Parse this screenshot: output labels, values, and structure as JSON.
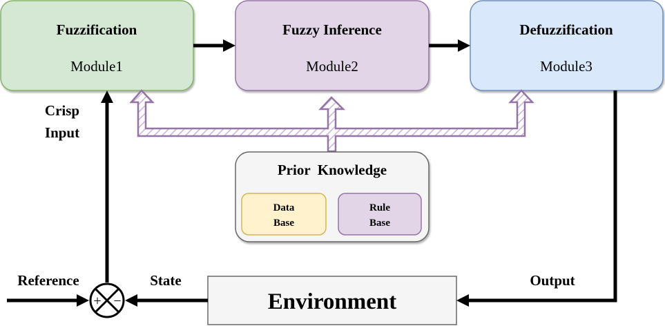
{
  "modules": [
    {
      "title": "Fuzzification",
      "subtitle": "Module1",
      "fill": "#d5e8d4",
      "stroke": "#82b366"
    },
    {
      "title": "Fuzzy Inference",
      "subtitle": "Module2",
      "fill": "#e1d5e7",
      "stroke": "#9673a6"
    },
    {
      "title": "Defuzzification",
      "subtitle": "Module3",
      "fill": "#dae8fc",
      "stroke": "#6c8ebf"
    }
  ],
  "prior_knowledge": {
    "title": "Prior  Knowledge",
    "data_base": {
      "line1": "Data",
      "line2": "Base",
      "fill": "#fff2cc",
      "stroke": "#d6b656"
    },
    "rule_base": {
      "line1": "Rule",
      "line2": "Base",
      "fill": "#e1d5e7",
      "stroke": "#9673a6"
    }
  },
  "environment": {
    "label": "Environment"
  },
  "labels": {
    "crisp_input_1": "Crisp",
    "crisp_input_2": "Input",
    "reference": "Reference",
    "state": "State",
    "output": "Output"
  },
  "summing_junction": {
    "plus": "+",
    "minus": "−"
  },
  "colors": {
    "arrow_stroke": "#9673a6",
    "hatch": "#c9b3d6",
    "line": "#000000"
  }
}
